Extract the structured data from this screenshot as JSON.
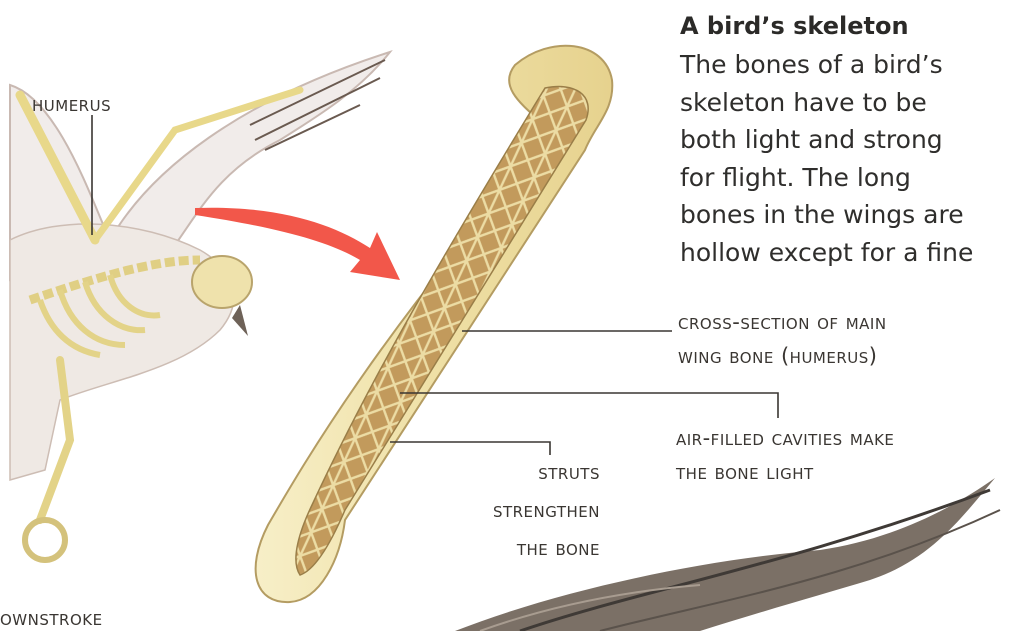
{
  "heading": "A bird’s skeleton",
  "body_lines": [
    "The bones of a bird’s",
    "skeleton have to be",
    "both light and strong",
    "for flight. The long",
    "bones in the wings are",
    "hollow except for a fine"
  ],
  "labels": {
    "humerus": "HUMERUS",
    "cross_section": [
      "CROSS-SECTION OF MAIN",
      "WING BONE (HUMERUS)"
    ],
    "air_cavities": [
      "AIR-FILLED CAVITIES MAKE",
      "THE BONE LIGHT"
    ],
    "struts": [
      "STRUTS",
      "STRENGTHEN",
      "THE BONE"
    ],
    "downstroke": "OWNSTROKE"
  },
  "colors": {
    "arrow": "#f2574a",
    "bone": "#f3e6b4",
    "bone_interior": "#c9a86c",
    "leader_lines": "#3a3632"
  },
  "icons": [
    "bird-skeleton-icon",
    "arrow-icon",
    "humerus-bone-icon",
    "feather-icon"
  ]
}
